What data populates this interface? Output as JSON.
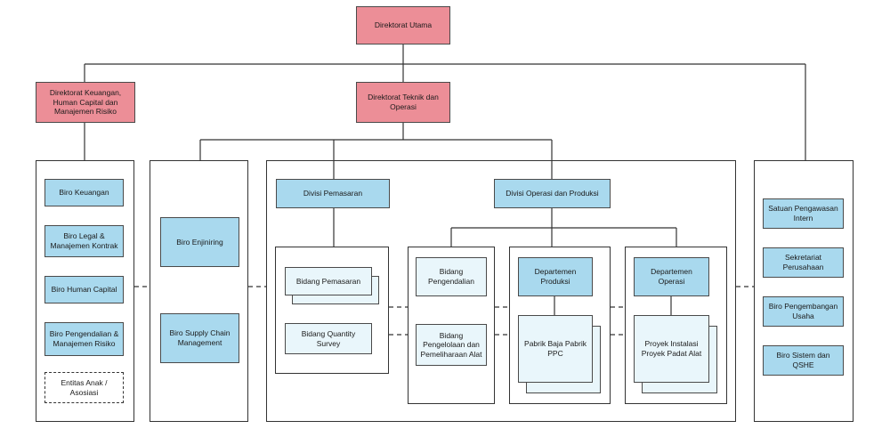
{
  "colors": {
    "top_level": "#ec8e97",
    "unit": "#a9d9ee",
    "sub_unit": "#e9f6fb",
    "line": "#333333"
  },
  "top": {
    "director": "Direktorat Utama",
    "finance_director": "Direktorat Keuangan, Human Capital dan Manajemen Risiko",
    "tech_director": "Direktorat Teknik dan Operasi"
  },
  "left_units": [
    "Biro Keuangan",
    "Biro Legal & Manajemen Kontrak",
    "Biro Human Capital",
    "Biro Pengendalian & Manajemen Risiko"
  ],
  "subsidiaries": "Entitas Anak / Asosiasi",
  "middle_units": [
    "Biro Enjiniring",
    "Biro Supply Chain Management"
  ],
  "divisions": {
    "marketing": "Divisi Pemasaran",
    "operations": "Divisi Operasi dan Produksi"
  },
  "marketing_units": [
    "Bidang Pemasaran",
    "Bidang Quantity Survey"
  ],
  "control_units": [
    "Bidang Pengendalian",
    "Bidang Pengelolaan dan Pemeliharaan Alat"
  ],
  "production": {
    "department": "Departemen Produksi",
    "factories": "Pabrik Baja Pabrik PPC"
  },
  "operations": {
    "department": "Departemen Operasi",
    "projects": "Proyek Instalasi Proyek Padat Alat"
  },
  "right_units": [
    "Satuan Pengawasan Intern",
    "Sekretariat Perusahaan",
    "Biro Pengembangan Usaha",
    "Biro Sistem dan QSHE"
  ]
}
